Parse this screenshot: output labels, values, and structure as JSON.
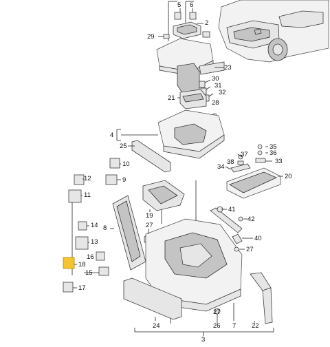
{
  "diagram": {
    "callouts": [
      "5",
      "6",
      "2",
      "29",
      "23",
      "30",
      "31",
      "32",
      "21",
      "28",
      "4",
      "25",
      "35",
      "36",
      "37",
      "38",
      "33",
      "34",
      "10",
      "9",
      "12",
      "11",
      "20",
      "41",
      "42",
      "40",
      "27",
      "14",
      "13",
      "16",
      "18",
      "15",
      "17",
      "19",
      "8",
      "26",
      "24",
      "7",
      "22",
      "3"
    ],
    "highlighted_part": "18",
    "colors": {
      "line": "#222222",
      "part_fill": "#e6e6e6",
      "part_dark": "#c4c4c4",
      "highlight": "#f4c430"
    }
  }
}
